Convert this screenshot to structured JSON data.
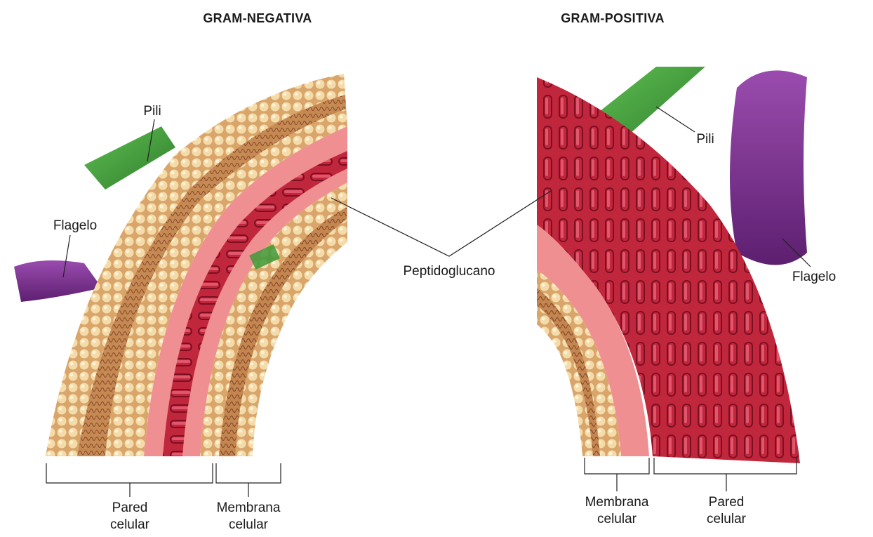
{
  "gram_negative": {
    "title": "GRAM-NEGATIVA",
    "labels": {
      "pili": "Pili",
      "flagelo": "Flagelo",
      "pared_l1": "Pared",
      "pared_l2": "celular",
      "membrana_l1": "Membrana",
      "membrana_l2": "celular"
    }
  },
  "gram_positive": {
    "title": "GRAM-POSITIVA",
    "labels": {
      "pili": "Pili",
      "flagelo": "Flagelo",
      "membrana_l1": "Membrana",
      "membrana_l2": "celular",
      "pared_l1": "Pared",
      "pared_l2": "celular"
    }
  },
  "shared_label": "Peptidoglucano",
  "colors": {
    "lipid_head": "#e8c48a",
    "lipid_tail": "#b7744a",
    "peptidoglycan": "#c8283f",
    "periplasm": "#ef8f92",
    "pili": "#3d9a3a",
    "flagellum": "#7a2f8f"
  }
}
